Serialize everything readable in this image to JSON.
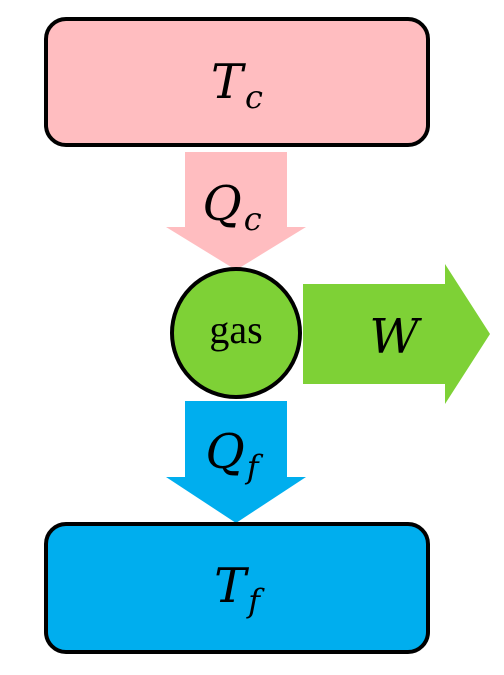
{
  "diagram": {
    "hot_reservoir": {
      "symbol": "T",
      "subscript": "c",
      "fill": "#FFBDC0"
    },
    "heat_in": {
      "symbol": "Q",
      "subscript": "c",
      "fill": "#FFBDC0"
    },
    "engine": {
      "label": "gas",
      "fill": "#7ED136"
    },
    "work": {
      "symbol": "W",
      "fill": "#7ED136"
    },
    "heat_out": {
      "symbol": "Q",
      "subscript": "f",
      "fill": "#00AEEE"
    },
    "cold_reservoir": {
      "symbol": "T",
      "subscript": "f",
      "fill": "#00AEEE"
    },
    "stroke": "#000000"
  }
}
